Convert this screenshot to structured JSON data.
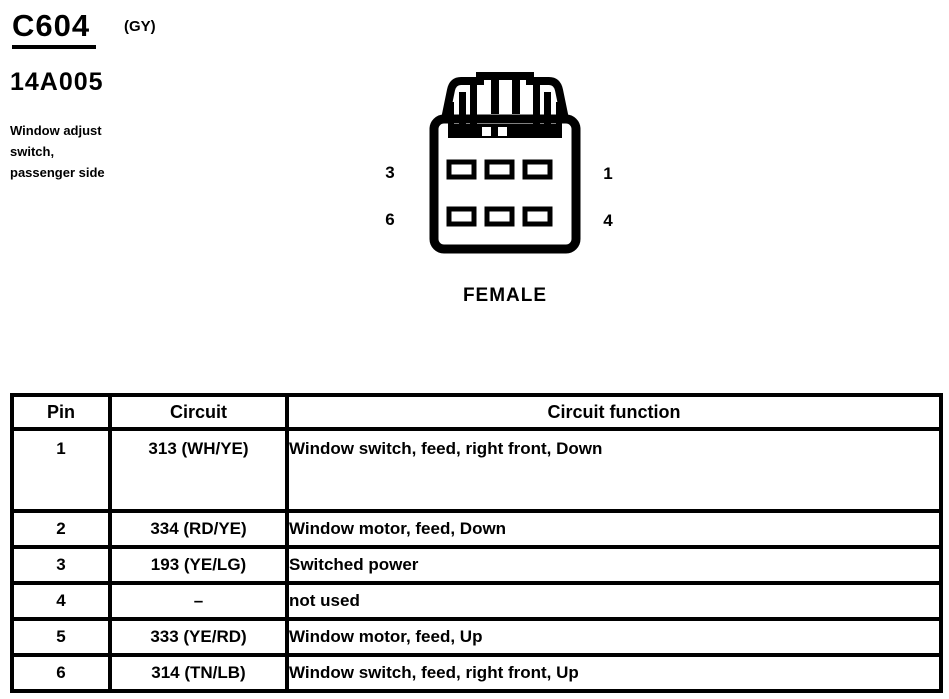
{
  "header": {
    "connector_id": "C604",
    "connector_color_code": "(GY)",
    "part_number": "14A005",
    "description_lines": [
      "Window adjust",
      "switch,",
      "passenger side"
    ]
  },
  "connector": {
    "gender_label": "FEMALE",
    "pin_labels": {
      "top_left": "3",
      "top_right": "1",
      "bottom_left": "6",
      "bottom_right": "4"
    }
  },
  "pinout_table": {
    "headers": [
      "Pin",
      "Circuit",
      "Circuit function"
    ],
    "rows": [
      {
        "pin": "1",
        "circuit": "313 (WH/YE)",
        "function": "Window switch, feed, right front, Down"
      },
      {
        "pin": "2",
        "circuit": "334 (RD/YE)",
        "function": "Window motor, feed, Down"
      },
      {
        "pin": "3",
        "circuit": "193 (YE/LG)",
        "function": "Switched power"
      },
      {
        "pin": "4",
        "circuit": "–",
        "function": "not used"
      },
      {
        "pin": "5",
        "circuit": "333 (YE/RD)",
        "function": "Window motor, feed, Up"
      },
      {
        "pin": "6",
        "circuit": "314 (TN/LB)",
        "function": "Window switch, feed, right front, Up"
      }
    ]
  },
  "colors": {
    "ink": "#000000",
    "paper": "#ffffff"
  }
}
